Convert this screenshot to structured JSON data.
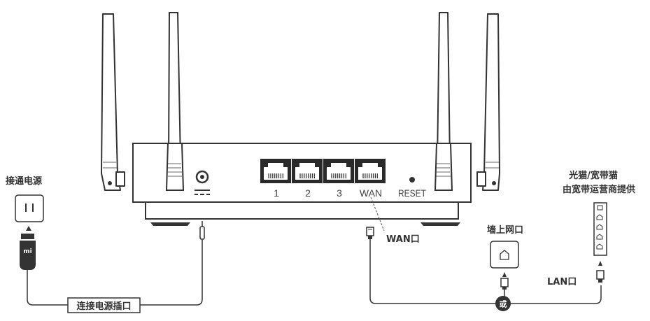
{
  "ports": {
    "port1": "1",
    "port2": "2",
    "port3": "3",
    "wan": "WAN",
    "reset": "RESET"
  },
  "labels": {
    "power": "接通电源",
    "adapter_logo": "mi",
    "power_port": "连接电源插口",
    "wan_port": "WAN口",
    "wall_port": "墙上网口",
    "modem_line1": "光猫/宽带猫",
    "modem_line2": "由宽带运营商提供",
    "lan_port": "LAN口",
    "or": "或"
  },
  "icons": {
    "power_jack": "power-jack-icon",
    "dc_symbol": "dc-symbol-icon",
    "reset_hole": "reset-hole-icon",
    "ethernet_plug": "ethernet-plug-icon",
    "wall_outlet": "wall-outlet-icon",
    "home_icon": "home-icon"
  },
  "colors": {
    "line": "#333333",
    "port": "#2a2a2a",
    "antenna_fill": "#ffffff",
    "badge": "#333333"
  }
}
